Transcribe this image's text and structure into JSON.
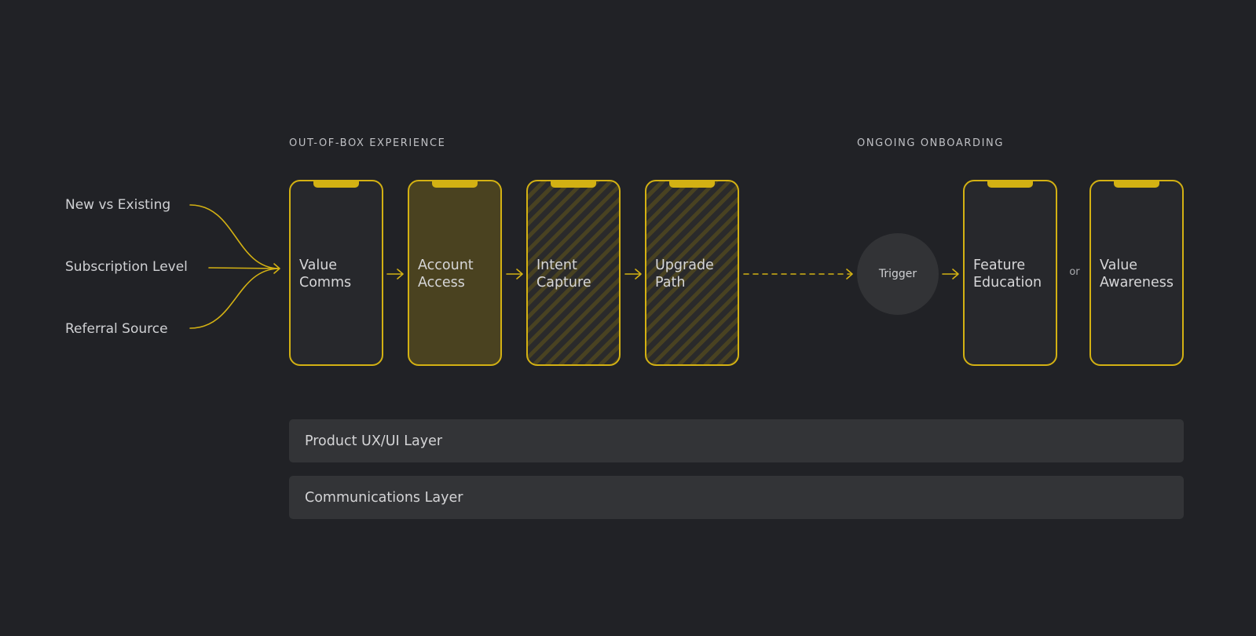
{
  "sections": {
    "out_of_box": "OUT-OF-BOX EXPERIENCE",
    "ongoing": "ONGOING ONBOARDING"
  },
  "inputs": [
    "New vs Existing",
    "Subscription Level",
    "Referral Source"
  ],
  "screens": [
    {
      "label": "Value\nComms",
      "style": "outline"
    },
    {
      "label": "Account\nAccess",
      "style": "filled"
    },
    {
      "label": "Intent\nCapture",
      "style": "hatched"
    },
    {
      "label": "Upgrade\nPath",
      "style": "hatched"
    },
    {
      "label": "Feature\nEducation",
      "style": "outline"
    },
    {
      "label": "Value\nAwareness",
      "style": "outline"
    }
  ],
  "trigger": "Trigger",
  "or_label": "or",
  "layers": [
    "Product UX/UI Layer",
    "Communications Layer"
  ],
  "colors": {
    "background": "#212226",
    "accent": "#d3b113",
    "filled_screen": "#4a4220",
    "layer_bar": "#333437",
    "trigger_circle": "#323336"
  }
}
